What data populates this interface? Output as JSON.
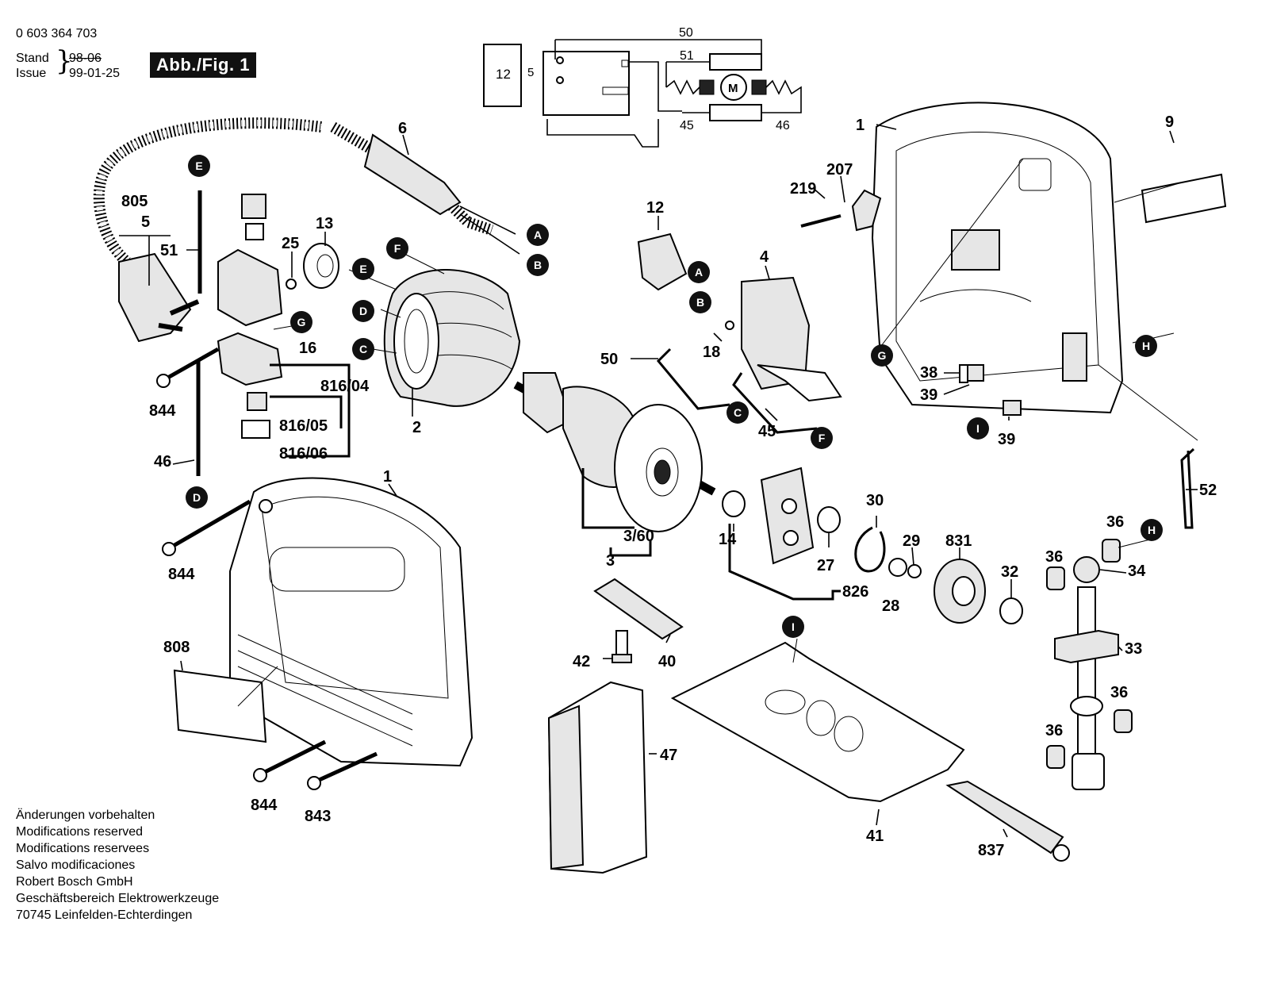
{
  "header": {
    "part_number": "0 603 364 703",
    "stand_label": "Stand",
    "stand_value": "98-06",
    "issue_label": "Issue",
    "issue_value": "99-01-25",
    "figure_label": "Abb./Fig. 1"
  },
  "footer": {
    "lines": [
      "Änderungen vorbehalten",
      "Modifications reserved",
      "Modifications reservees",
      "Salvo modificaciones"
    ],
    "company": "Robert Bosch GmbH",
    "division": "Geschäftsbereich Elektrowerkzeuge",
    "address": "70745 Leinfelden-Echterdingen"
  },
  "wiring": {
    "labels": [
      "12",
      "5",
      "50",
      "51",
      "M",
      "45",
      "46"
    ]
  },
  "callouts": [
    "1",
    "1",
    "2",
    "3",
    "3/60",
    "4",
    "5",
    "6",
    "9",
    "12",
    "13",
    "14",
    "16",
    "18",
    "25",
    "27",
    "28",
    "29",
    "30",
    "32",
    "33",
    "34",
    "36",
    "36",
    "36",
    "36",
    "38",
    "39",
    "39",
    "40",
    "41",
    "42",
    "45",
    "46",
    "47",
    "50",
    "51",
    "52",
    "207",
    "219",
    "805",
    "808",
    "816/04",
    "816/05",
    "816/06",
    "826",
    "831",
    "837",
    "843",
    "844",
    "844",
    "844"
  ],
  "connectors": [
    "A",
    "A",
    "B",
    "B",
    "C",
    "C",
    "D",
    "D",
    "E",
    "E",
    "F",
    "F",
    "G",
    "G",
    "H",
    "H",
    "I",
    "I"
  ]
}
